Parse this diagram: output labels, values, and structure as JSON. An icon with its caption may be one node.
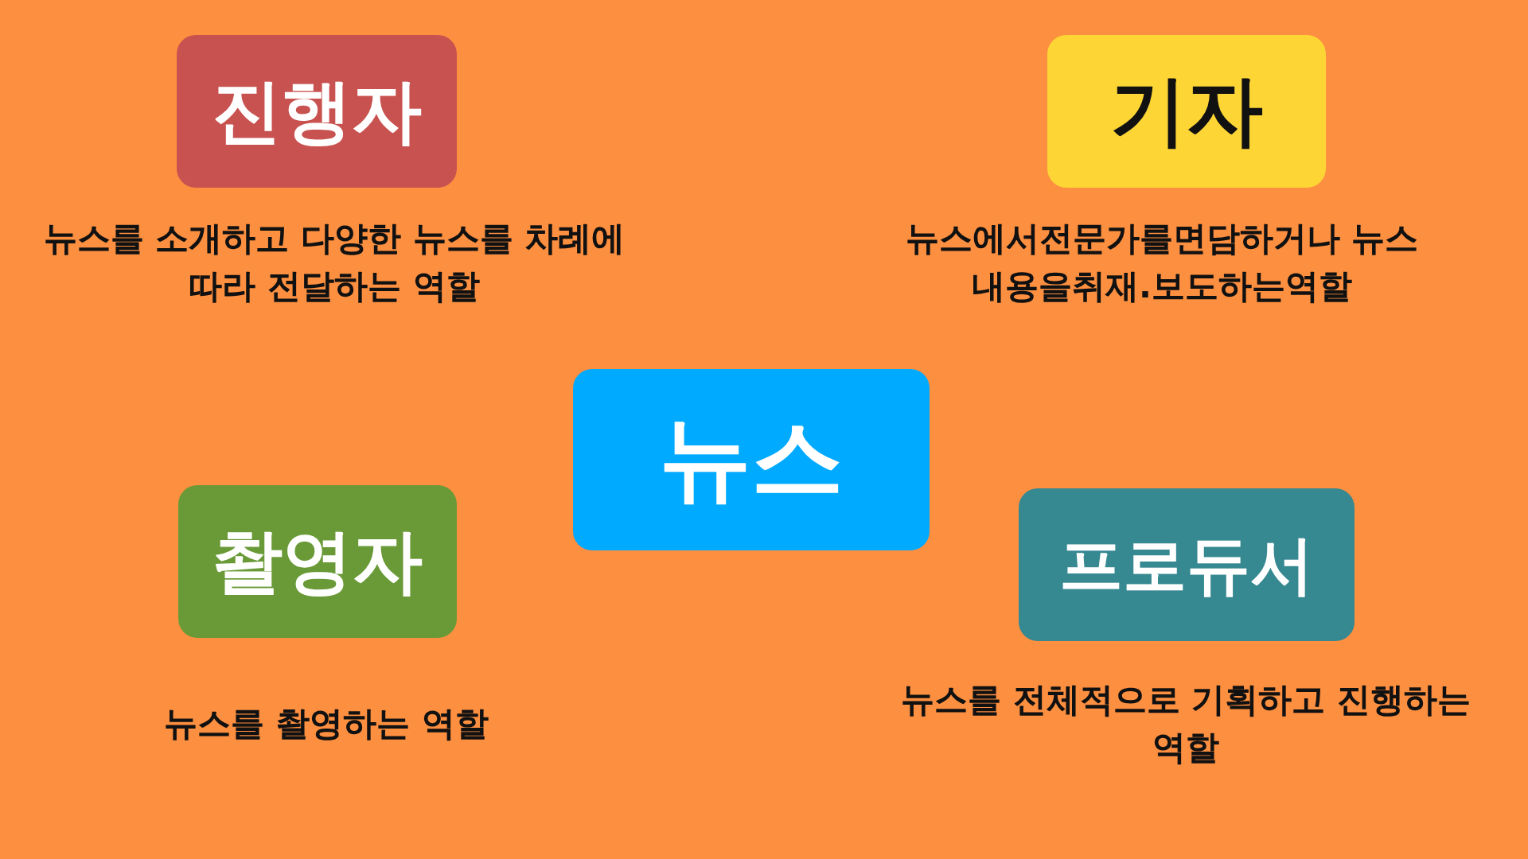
{
  "diagram": {
    "nodes": [
      {
        "text": [
          "뉴스"
        ]
      },
      {
        "text": [
          "진행자"
        ],
        "beside": [
          "뉴스를 소개하고 다양한 뉴스를 차례에 따라 전달하는 역할"
        ]
      },
      {
        "text": [
          "기자"
        ],
        "beside": [
          "뉴스에서전문가를면담하거나 뉴스내용을취재.보도하는역할"
        ]
      },
      {
        "text": [
          "촬영자"
        ],
        "beside": [
          "뉴스를 촬영하는 역할"
        ]
      },
      {
        "text": [
          "프로듀서"
        ],
        "beside": [
          "뉴스를 전체적으로 기획하고 진행하는 역할"
        ]
      }
    ]
  }
}
